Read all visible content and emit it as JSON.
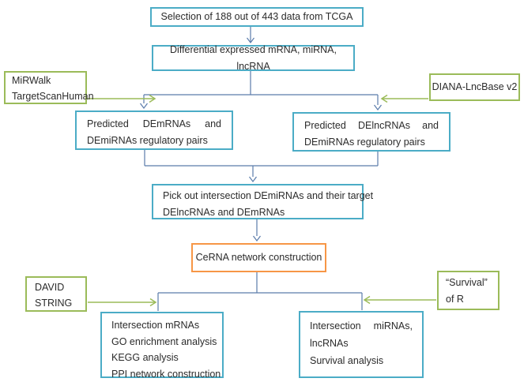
{
  "diagram": {
    "top_box": "Selection of 188 out of 443 data from TCGA",
    "diff_box": "Differential expressed mRNA, miRNA, lncRNA",
    "pred_left": [
      "Predicted DEmRNAs and",
      "DEmiRNAs regulatory pairs"
    ],
    "pred_right": [
      "Predicted DElncRNAs and",
      "DEmiRNAs regulatory pairs"
    ],
    "pick_box": [
      "Pick out intersection DEmiRNAs and their target",
      "DElncRNAs and DEmRNAs"
    ],
    "cerna_box": "CeRNA network construction",
    "bottom_left": [
      "Intersection mRNAs",
      "GO enrichment analysis",
      "KEGG analysis",
      "PPI network construction"
    ],
    "bottom_right": [
      "Intersection miRNAs,",
      "lncRNAs",
      "Survival analysis"
    ],
    "mirwalk_box": [
      "MiRWalk",
      "TargetScanHuman"
    ],
    "diana_box": "DIANA-LncBase v2",
    "david_box": [
      "DAVID",
      "STRING"
    ],
    "survival_box": [
      "“Survival”",
      "of R"
    ]
  },
  "colors": {
    "teal_border": "#4BACC6",
    "green_border": "#9BBB59",
    "orange_border": "#F79646",
    "connector_blue": "#5B7CAB",
    "arrow_green": "#9BBB59",
    "text": "#2B2B2B",
    "background": "#FFFFFF"
  }
}
